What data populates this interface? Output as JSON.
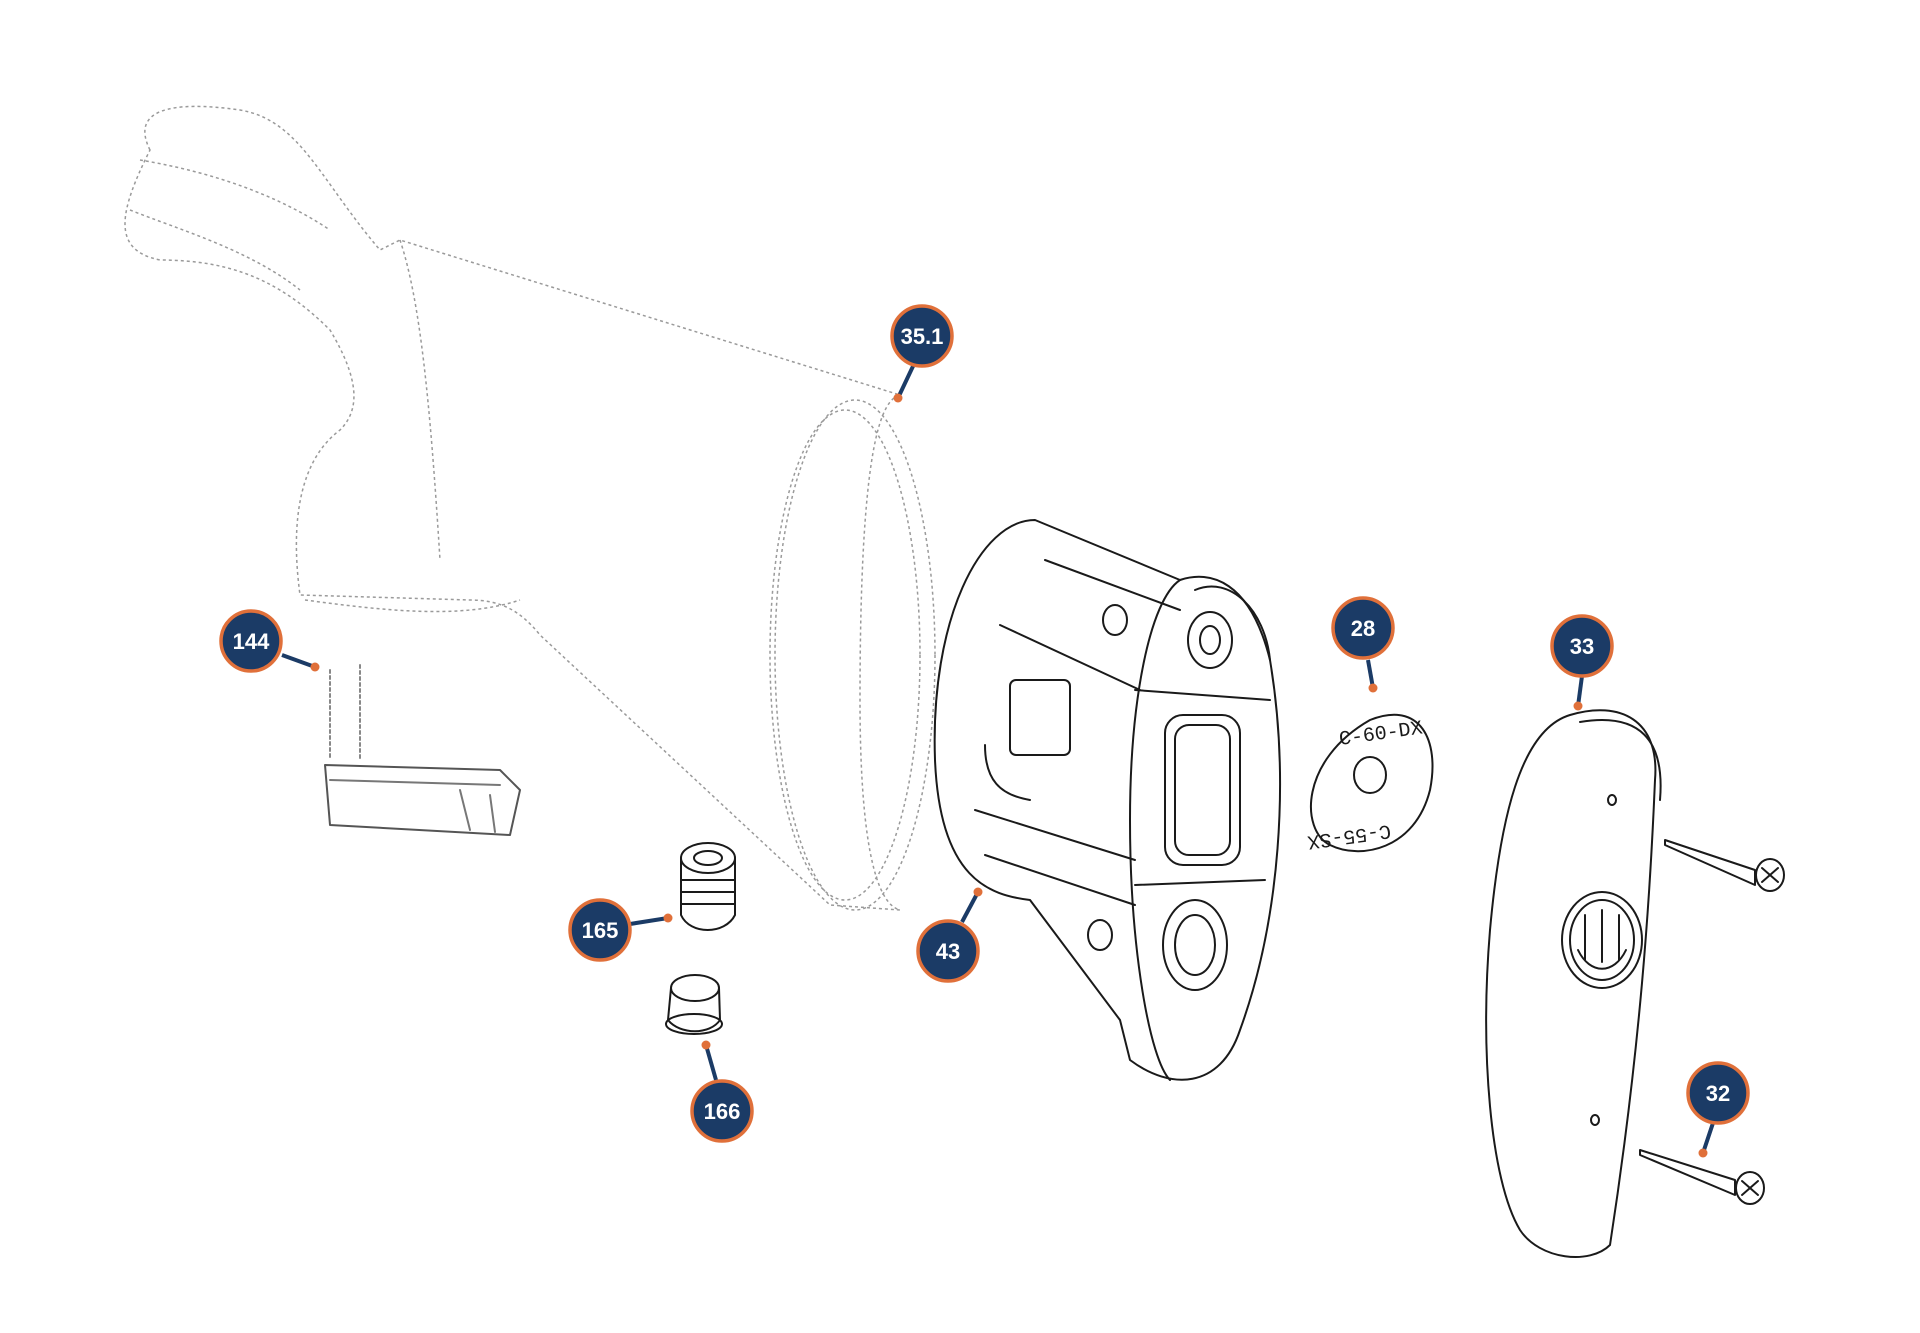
{
  "colors": {
    "badge_fill": "#1b3b66",
    "badge_ring": "#e0703a",
    "leader": "#1b3b66",
    "anchor_dot": "#e0703a",
    "line_art": "#1a1a1a"
  },
  "callouts": [
    {
      "id": "c-35-1",
      "label": "35.1"
    },
    {
      "id": "c-144",
      "label": "144"
    },
    {
      "id": "c-28",
      "label": "28"
    },
    {
      "id": "c-33",
      "label": "33"
    },
    {
      "id": "c-165",
      "label": "165"
    },
    {
      "id": "c-43",
      "label": "43"
    },
    {
      "id": "c-166",
      "label": "166"
    },
    {
      "id": "c-32",
      "label": "32"
    }
  ],
  "spacer_markings": {
    "top": "C-60-DX",
    "bottom": "C-55-SX"
  }
}
